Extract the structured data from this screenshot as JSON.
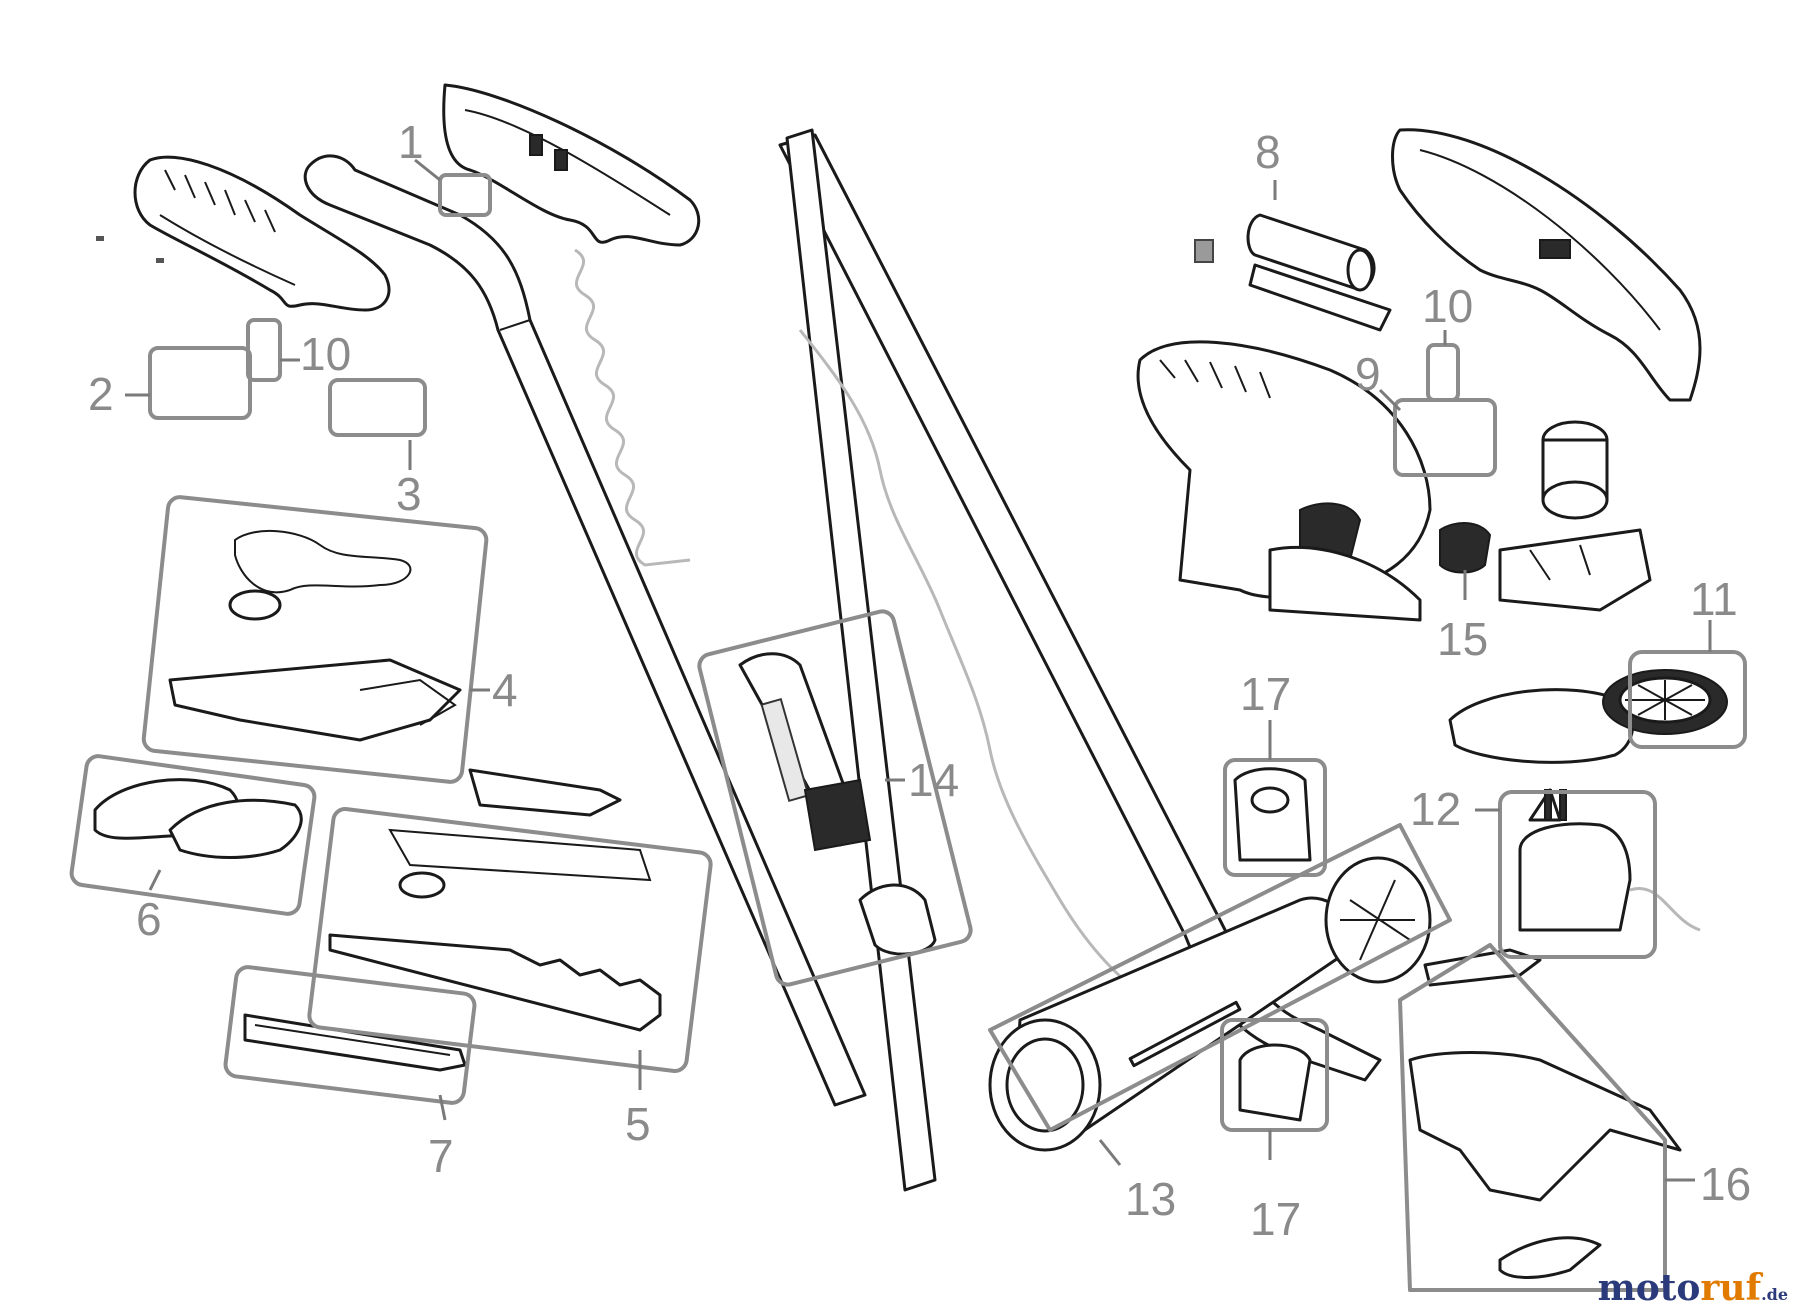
{
  "callouts": {
    "c1": "1",
    "c2": "2",
    "c3": "3",
    "c4": "4",
    "c5": "5",
    "c6": "6",
    "c7": "7",
    "c8": "8",
    "c9": "9",
    "c10a": "10",
    "c10b": "10",
    "c11": "11",
    "c12": "12",
    "c13": "13",
    "c14": "14",
    "c15": "15",
    "c16": "16",
    "c17a": "17",
    "c17b": "17"
  },
  "watermark": {
    "main": "motoruf",
    "dot": ".de"
  },
  "colors": {
    "line": "#1a1a1a",
    "callout": "#8c8c8c",
    "brand_blue": "#2b3a7a",
    "brand_orange": "#e07b00"
  }
}
